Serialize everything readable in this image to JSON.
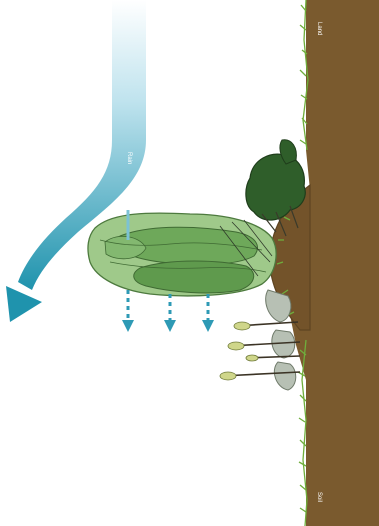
{
  "labels": {
    "top_right": "Land",
    "bottom_right": "Soil",
    "flow": "Rain"
  },
  "colors": {
    "soil": "#7a5a2e",
    "soil_dark": "#5e4422",
    "grass": "#6fae3c",
    "water_light": "#d9eef5",
    "water_dark": "#1f93ad",
    "canopy_light": "#9fc98a",
    "canopy_mid": "#6ea85a",
    "canopy_dark": "#2f5e2a",
    "rock": "#b7c0b4"
  },
  "icons": [
    "big-curved-arrow",
    "drip-arrows",
    "tree-canopy",
    "soil-mound",
    "grass-fringe",
    "rocks"
  ]
}
